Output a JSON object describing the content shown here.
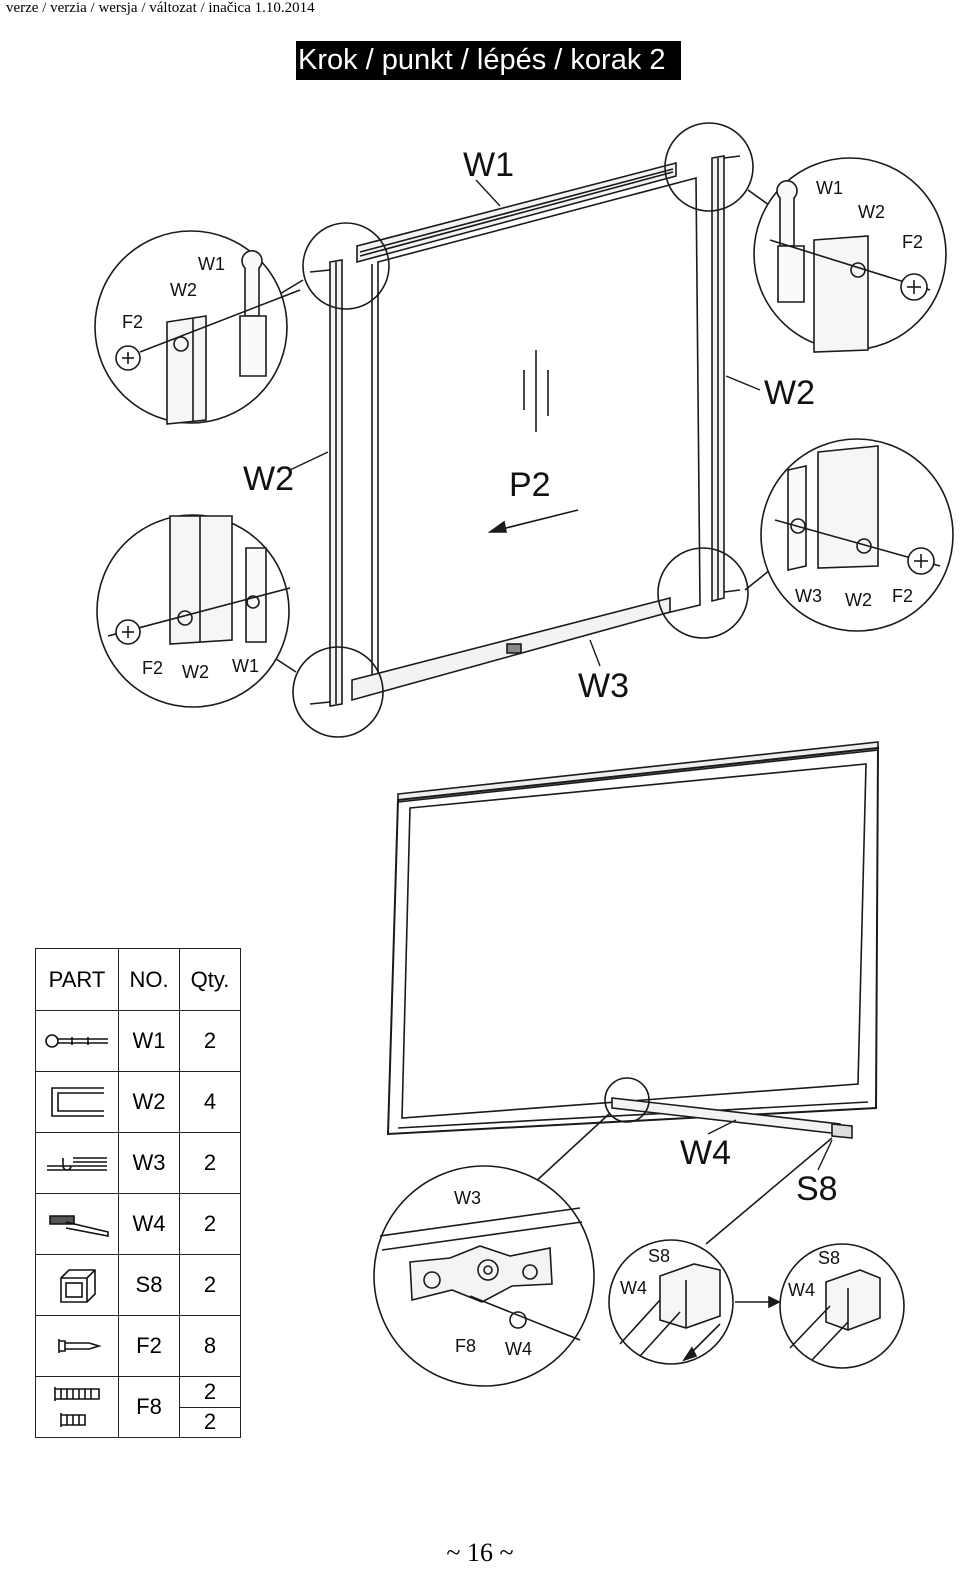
{
  "header": {
    "version_text": "verze / verzia / wersja / változat / inačica  1.10.2014"
  },
  "step_title": "Krok / punkt / lépés / korak 2",
  "diagram_labels": {
    "w1_top": "W1",
    "w2_left": "W2",
    "w2_right": "W2",
    "p2": "P2",
    "w3_bottom": "W3",
    "w4": "W4",
    "s8": "S8",
    "inset_top_left": {
      "w1": "W1",
      "w2": "W2",
      "f2": "F2"
    },
    "inset_top_right": {
      "w1": "W1",
      "w2": "W2",
      "f2": "F2"
    },
    "inset_bottom_left": {
      "f2": "F2",
      "w2": "W2",
      "w1": "W1"
    },
    "inset_bottom_right": {
      "w3": "W3",
      "w2": "W2",
      "f2": "F2"
    },
    "inset_hinge": {
      "w3": "W3",
      "f8": "F8",
      "w4": "W4"
    },
    "inset_cap_before": {
      "s8": "S8",
      "w4": "W4"
    },
    "inset_cap_after": {
      "s8": "S8",
      "w4": "W4"
    }
  },
  "parts_table": {
    "headers": {
      "part": "PART",
      "no": "NO.",
      "qty": "Qty."
    },
    "rows": [
      {
        "icon": "clip-icon",
        "no": "W1",
        "qty": "2"
      },
      {
        "icon": "channel-profile-icon",
        "no": "W2",
        "qty": "4"
      },
      {
        "icon": "bottom-rail-icon",
        "no": "W3",
        "qty": "2"
      },
      {
        "icon": "stabilizer-bar-icon",
        "no": "W4",
        "qty": "2"
      },
      {
        "icon": "end-cap-icon",
        "no": "S8",
        "qty": "2"
      },
      {
        "icon": "screw-icon",
        "no": "F2",
        "qty": "8"
      },
      {
        "icon": "bolt-icon",
        "no": "F8",
        "qty": "2",
        "qty2": "2"
      }
    ]
  },
  "page_number": "~ 16 ~"
}
